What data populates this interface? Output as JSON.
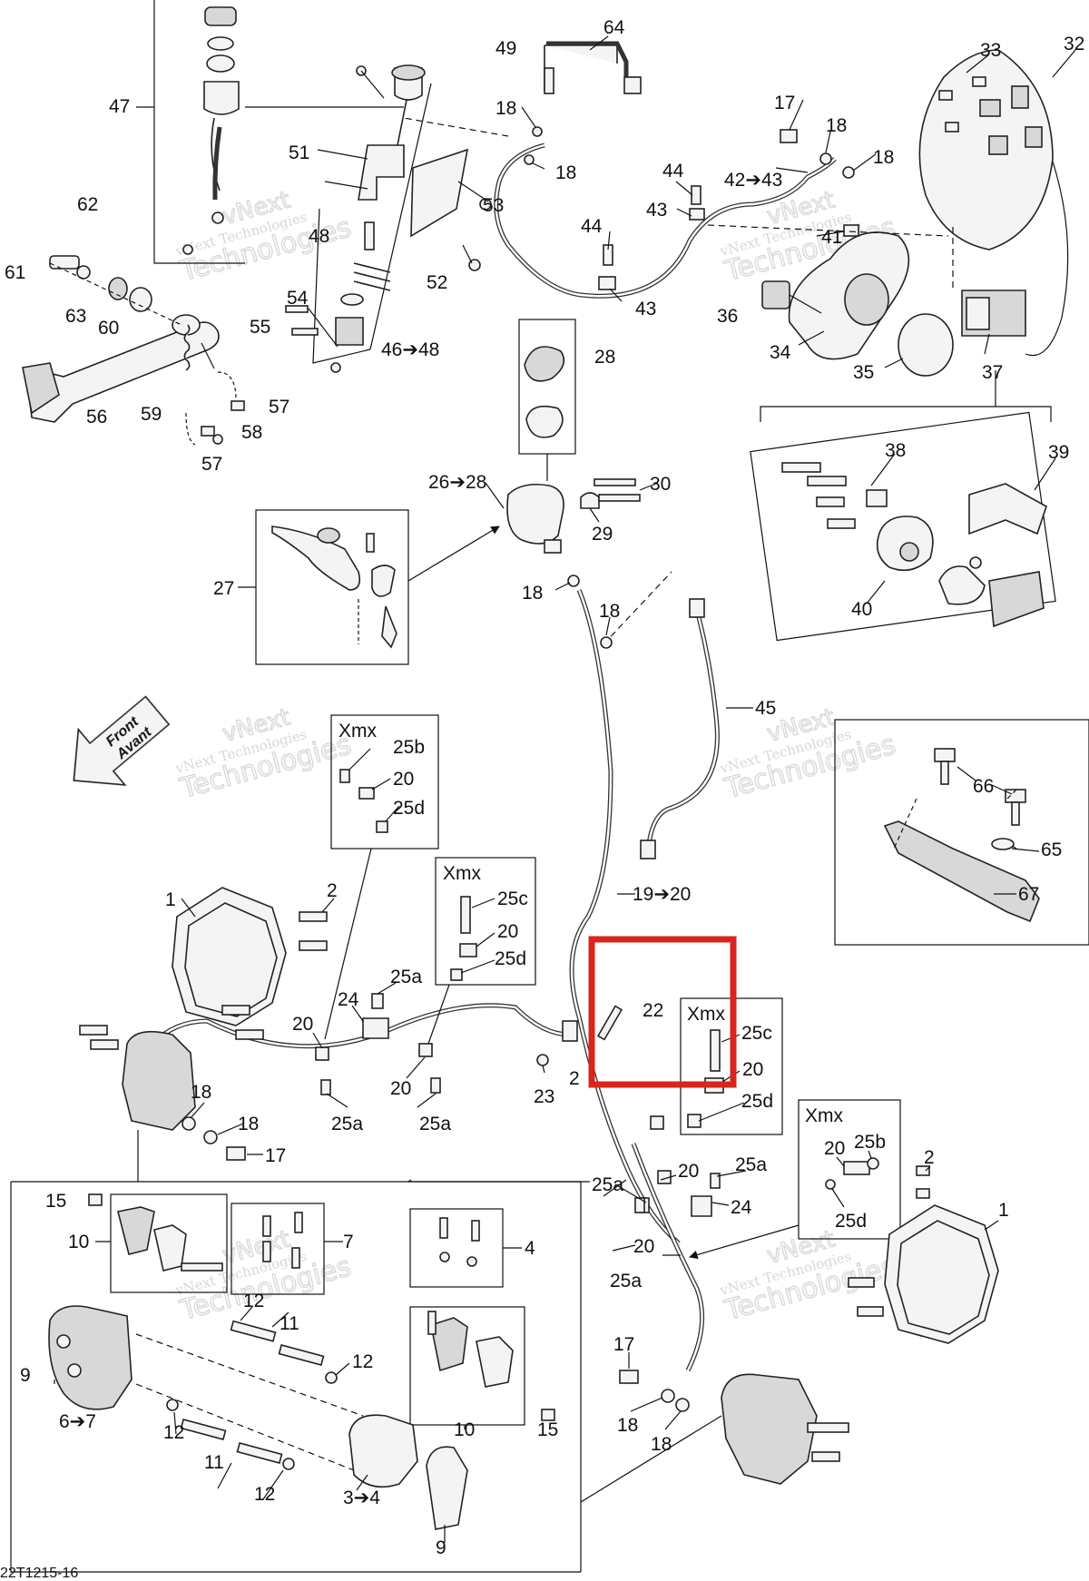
{
  "figure_code": "22T1215-16",
  "direction_arrow": {
    "line1": "Front",
    "line2": "Avant"
  },
  "watermark": {
    "line1": "vNext",
    "line2": "vNext Technologies",
    "line3": "Technologies"
  },
  "box_title": "Xmx",
  "highlight_color": "#d9251c",
  "callouts": {
    "c1": "1",
    "c2": "2",
    "c3_4": "3➔4",
    "c4": "4",
    "c6_7": "6➔7",
    "c7": "7",
    "c9": "9",
    "c10": "10",
    "c11": "11",
    "c12": "12",
    "c15": "15",
    "c17": "17",
    "c18": "18",
    "c19_20": "19➔20",
    "c20": "20",
    "c22": "22",
    "c23": "23",
    "c24": "24",
    "c25a": "25a",
    "c25b": "25b",
    "c25c": "25c",
    "c25d": "25d",
    "c26_28": "26➔28",
    "c27": "27",
    "c28": "28",
    "c29": "29",
    "c30": "30",
    "c32": "32",
    "c33": "33",
    "c34": "34",
    "c35": "35",
    "c36": "36",
    "c37": "37",
    "c38": "38",
    "c39": "39",
    "c40": "40",
    "c41": "41",
    "c42_43": "42➔43",
    "c43": "43",
    "c44": "44",
    "c45": "45",
    "c46_48": "46➔48",
    "c47": "47",
    "c48": "48",
    "c49": "49",
    "c51": "51",
    "c52": "52",
    "c53": "53",
    "c54": "54",
    "c55": "55",
    "c56": "56",
    "c57": "57",
    "c58": "58",
    "c59": "59",
    "c60": "60",
    "c61": "61",
    "c62": "62",
    "c63": "63",
    "c64": "64",
    "c65": "65",
    "c66": "66",
    "c67": "67"
  }
}
